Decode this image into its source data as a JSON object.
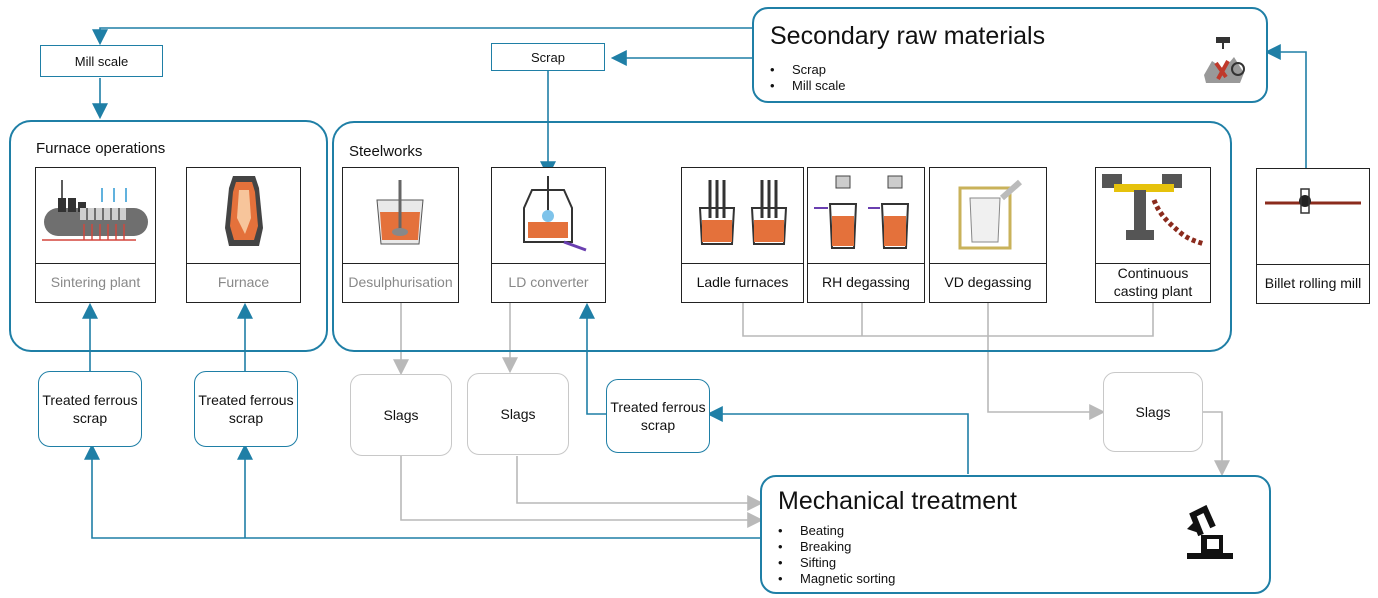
{
  "colors": {
    "blue": "#1f7fa6",
    "grey": "#bdbdbd",
    "text": "#111111",
    "label_grey": "#888888"
  },
  "secondary": {
    "title": "Secondary raw materials",
    "items": [
      "Scrap",
      "Mill scale"
    ],
    "icon": "magnet-scrap-icon"
  },
  "tags": {
    "mill_scale": "Mill scale",
    "scrap": "Scrap"
  },
  "furnace_ops": {
    "title": "Furnace operations",
    "units": [
      {
        "label": "Sintering plant",
        "icon": "sintering-plant-icon"
      },
      {
        "label": "Furnace",
        "icon": "furnace-icon"
      }
    ]
  },
  "steelworks": {
    "title": "Steelworks",
    "units": [
      {
        "label": "Desulphurisation",
        "icon": "ladle-stirrer-icon"
      },
      {
        "label": "LD converter",
        "icon": "converter-icon"
      },
      {
        "label": "Ladle furnaces",
        "icon": "ladle-furnace-icon"
      },
      {
        "label": "RH degassing",
        "icon": "rh-degassing-icon"
      },
      {
        "label": "VD degassing",
        "icon": "vd-degassing-icon"
      },
      {
        "label": "Continuous casting plant",
        "icon": "continuous-casting-icon"
      }
    ]
  },
  "billet": {
    "label": "Billet rolling mill",
    "icon": "rolling-mill-icon"
  },
  "treated": {
    "label": "Treated ferrous scrap"
  },
  "slags": {
    "label": "Slags"
  },
  "mechanical": {
    "title": "Mechanical treatment",
    "items": [
      "Beating",
      "Breaking",
      "Sifting",
      "Magnetic sorting"
    ],
    "icon": "excavator-icon"
  }
}
